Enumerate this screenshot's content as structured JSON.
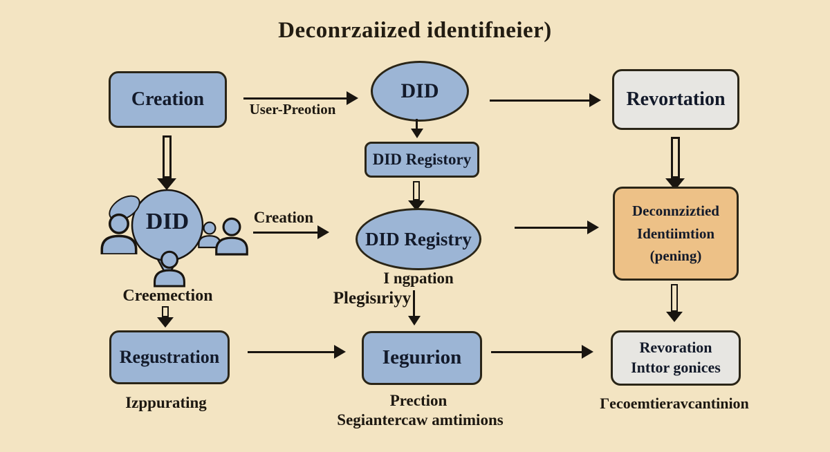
{
  "title": "Deconrzaiized identifneier)",
  "colors": {
    "background": "#f3e4c2",
    "box_blue": "#9cb5d5",
    "box_gray": "#e7e6e2",
    "box_orange": "#edc187",
    "outline": "#2a2517",
    "arrow": "#191510",
    "box_text": "#131a2a",
    "label_text": "#1d1811"
  },
  "nodes": {
    "creation": "Creation",
    "did_top": "DID",
    "revortation": "Revortation",
    "did_registory": "DID Registory",
    "did_balloon": "DID",
    "did_registry": "DID Registry",
    "decon_line1": "Deconnziztied",
    "decon_line2": "Identiimtion",
    "decon_line3": "(pening)",
    "regustration": "Regustration",
    "ieguirion": "Ieguırion",
    "revoration_line1": "Revoration",
    "revoration_line2": "Inttor gonices"
  },
  "labels": {
    "user_preotion": "User-Preotion",
    "creation": "Creation",
    "creemection": "Creemection",
    "ingpation": "I ngpation",
    "plegisiriyy": "Plegisıriyy",
    "izppurating": "Izppurating",
    "prection": "Prection",
    "segiantercaw": "Segiantercaw amtimions",
    "recoemtierav": "Γecoemtieravcantinion"
  }
}
